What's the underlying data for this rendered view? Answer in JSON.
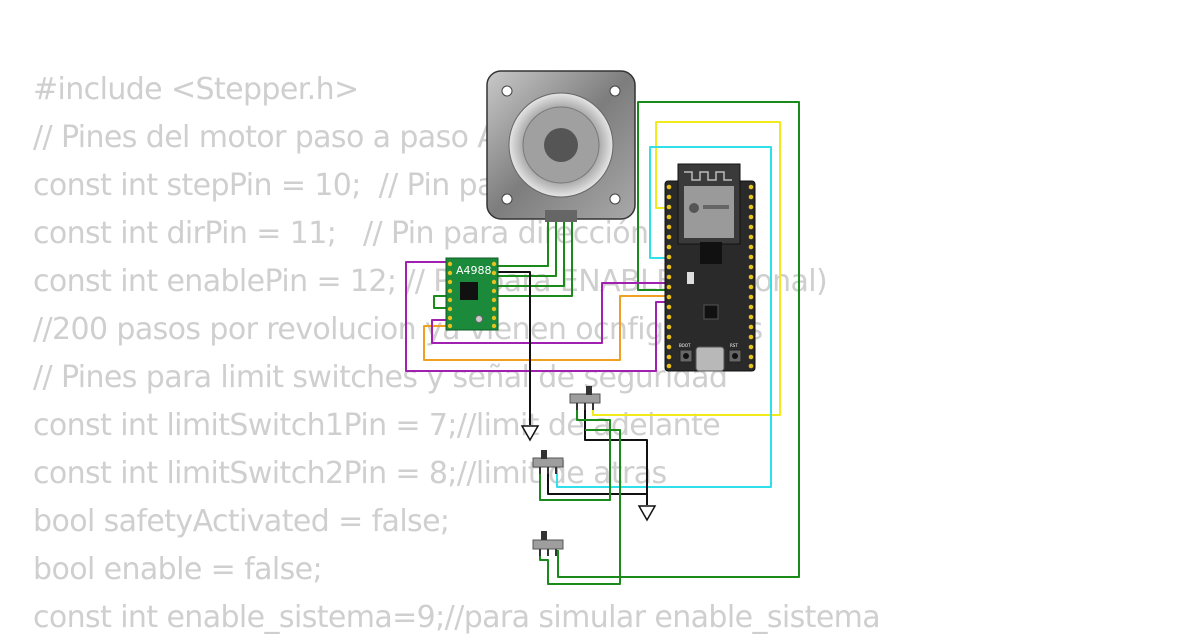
{
  "code_lines": [
    "#include <Stepper.h>",
    "// Pines del motor paso a paso A4988",
    "const int stepPin = 10;  // Pin para paso",
    "const int dirPin = 11;   // Pin para dirección",
    "const int enablePin = 12; // Pin para ENABLE (opcional)",
    "//200 pasos por revolucion ya vienen ocnfigurados",
    "// Pines para limit switches y señal de seguridad",
    "const int limitSwitch1Pin = 7;//limit de adelante",
    "const int limitSwitch2Pin = 8;//limit de atras",
    "bool safetyActivated = false;",
    "bool enable = false;",
    "const int enable_sistema=9;//para simular enable_sistema"
  ],
  "driver": {
    "label": "A4988"
  },
  "board": {
    "boot_label": "BOOT",
    "rst_label": "RST"
  },
  "colors": {
    "code_text": "#cfcfcf",
    "wire_green": "#1a8a1a",
    "wire_yellow": "#f2ea1b",
    "wire_cyan": "#2fe0ea",
    "wire_purple": "#a020b0",
    "wire_orange": "#f0a020",
    "wire_black": "#111111",
    "driver_pcb": "#1b8a3a",
    "board_pcb": "#2a2a2a",
    "pin_gold": "#e8c21c"
  },
  "icons": [
    "stepper-motor-icon",
    "a4988-driver-icon",
    "esp32-board-icon",
    "slide-switch-icon",
    "ground-symbol-icon"
  ]
}
